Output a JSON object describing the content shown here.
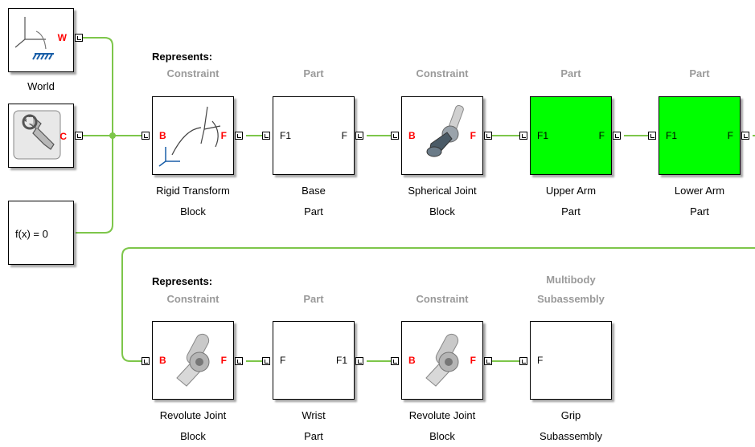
{
  "diagram": {
    "wire_color": "#7dc64a",
    "port_label_color": "#ff0000",
    "category_color": "#9a9a9a",
    "part_fill_color": "#00ff00"
  },
  "left": {
    "world": {
      "letter": "W",
      "caption": "World"
    },
    "solver": {
      "letter": "C"
    },
    "constraint": {
      "label": "f(x) = 0"
    }
  },
  "row1": {
    "represents_label": "Represents:",
    "blocks": [
      {
        "category": "Constraint",
        "caption1": "Rigid Transform",
        "caption2": "Block",
        "port_left": "B",
        "port_right": "F"
      },
      {
        "category": "Part",
        "caption1": "Base",
        "caption2": "Part",
        "port_left": "F1",
        "port_right": "F"
      },
      {
        "category": "Constraint",
        "caption1": "Spherical Joint",
        "caption2": "Block",
        "port_left": "B",
        "port_right": "F"
      },
      {
        "category": "Part",
        "caption1": "Upper Arm",
        "caption2": "Part",
        "port_left": "F1",
        "port_right": "F"
      },
      {
        "category": "Part",
        "caption1": "Lower Arm",
        "caption2": "Part",
        "port_left": "F1",
        "port_right": "F"
      }
    ]
  },
  "row2": {
    "represents_label": "Represents:",
    "blocks": [
      {
        "category": "Constraint",
        "caption1": "Revolute Joint",
        "caption2": "Block",
        "port_left": "B",
        "port_right": "F"
      },
      {
        "category": "Part",
        "caption1": "Wrist",
        "caption2": "Part",
        "port_left": "F",
        "port_right": "F1"
      },
      {
        "category": "Constraint",
        "caption1": "Revolute Joint",
        "caption2": "Block",
        "port_left": "B",
        "port_right": "F"
      },
      {
        "category1": "Multibody",
        "category2": "Subassembly",
        "caption1": "Grip",
        "caption2": "Subassembly",
        "port_left": "F"
      }
    ]
  }
}
